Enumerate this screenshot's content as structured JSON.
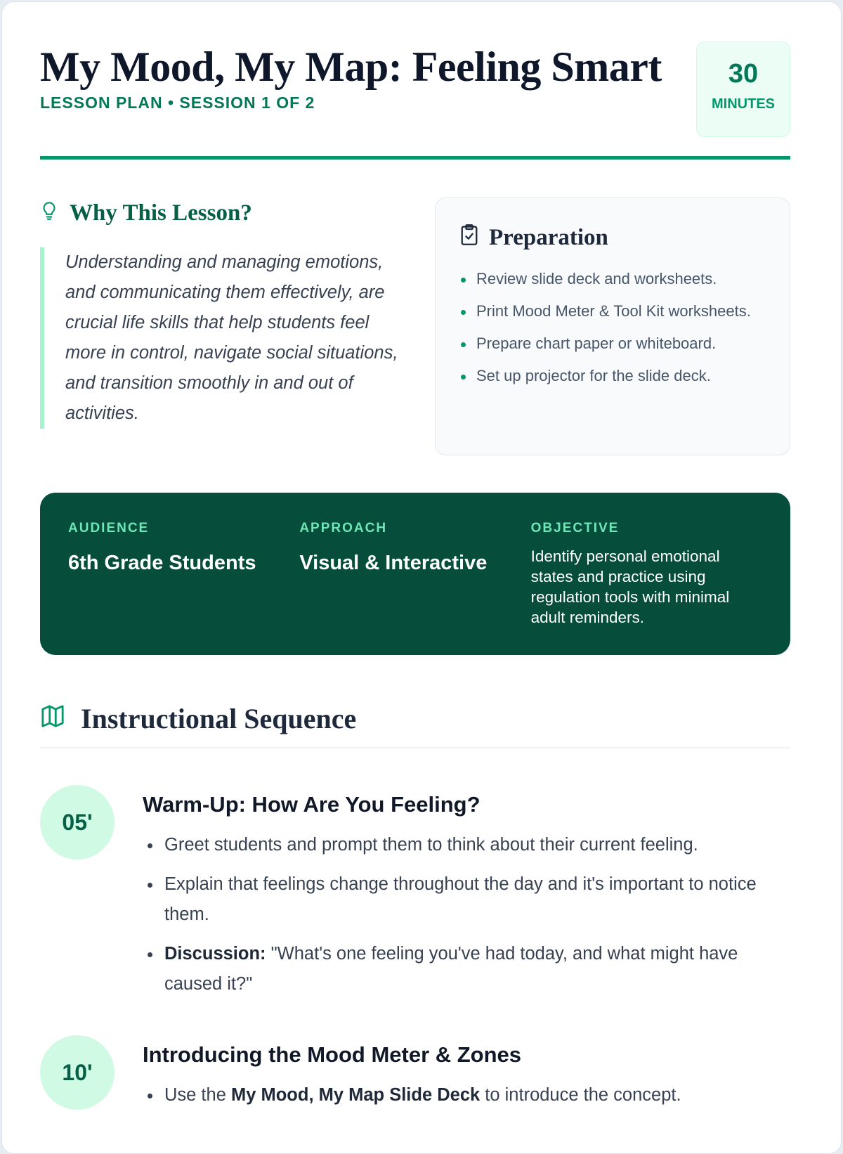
{
  "header": {
    "title": "My Mood, My Map: Feeling Smart",
    "subtitle": "LESSON PLAN • SESSION 1 OF 2",
    "duration": "30",
    "duration_unit": "MINUTES"
  },
  "why": {
    "heading": "Why This Lesson?",
    "icon": "lightbulb-icon",
    "text": "Understanding and managing emotions, and communicating them effectively, are crucial life skills that help students feel more in control, navigate social situations, and transition smoothly in and out of activities."
  },
  "preparation": {
    "heading": "Preparation",
    "icon": "clipboard-check-icon",
    "items": [
      "Review slide deck and worksheets.",
      "Print Mood Meter & Tool Kit worksheets.",
      "Prepare chart paper or whiteboard.",
      "Set up projector for the slide deck."
    ]
  },
  "info": {
    "audience_label": "AUDIENCE",
    "audience": "6th Grade Students",
    "approach_label": "APPROACH",
    "approach": "Visual & Interactive",
    "objective_label": "OBJECTIVE",
    "objective": "Identify personal emotional states and practice using regulation tools with minimal adult reminders."
  },
  "sequence": {
    "heading": "Instructional Sequence",
    "icon": "map-icon",
    "steps": [
      {
        "time": "05'",
        "title": "Warm-Up: How Are You Feeling?",
        "items": [
          "Greet students and prompt them to think about their current feeling.",
          "Explain that feelings change throughout the day and it's important to notice them."
        ],
        "discussion_label": "Discussion:",
        "discussion": " \"What's one feeling you've had today, and what might have caused it?\""
      },
      {
        "time": "10'",
        "title": "Introducing the Mood Meter & Zones",
        "item_pre": "Use the ",
        "item_bold": "My Mood, My Map Slide Deck",
        "item_post": " to introduce the concept."
      }
    ]
  },
  "colors": {
    "accent": "#059669",
    "dark": "#064e3b",
    "mint": "#d1fae5"
  }
}
